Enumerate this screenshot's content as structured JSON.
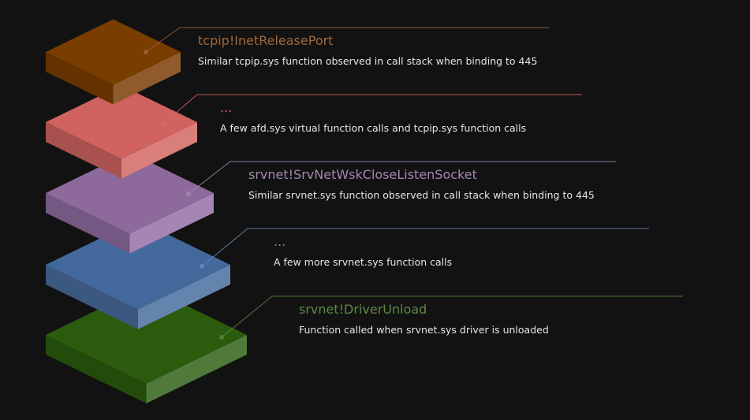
{
  "layers": [
    {
      "title": "tcpip!InetReleasePort",
      "description": "Similar tcpip.sys function observed in call stack when binding to 445",
      "colors": {
        "top": "#7a3d00",
        "left": "#643200",
        "right": "#8f5b2c",
        "accent": "#a0683b"
      }
    },
    {
      "title": "...",
      "description": "A few afd.sys virtual function calls and tcpip.sys function calls",
      "colors": {
        "top": "#d0625f",
        "left": "#a9514e",
        "right": "#d97e7a",
        "accent": "#d56a66"
      }
    },
    {
      "title": "srvnet!SrvNetWskCloseListenSocket",
      "description": "Similar srvnet.sys function observed in call stack when binding to 445",
      "colors": {
        "top": "#8d6a9b",
        "left": "#745883",
        "right": "#a485b3",
        "accent": "#a486b2"
      }
    },
    {
      "title": "...",
      "description": "A few more srvnet.sys function calls",
      "colors": {
        "top": "#43699c",
        "left": "#3a5880",
        "right": "#6584ad",
        "accent": "#6d8cb8"
      }
    },
    {
      "title": "srvnet!DriverUnload",
      "description": "Function called when srvnet.sys driver is unloaded",
      "colors": {
        "top": "#2b5c0e",
        "left": "#234c0b",
        "right": "#4f7a3a",
        "accent": "#5b8a44"
      }
    }
  ]
}
